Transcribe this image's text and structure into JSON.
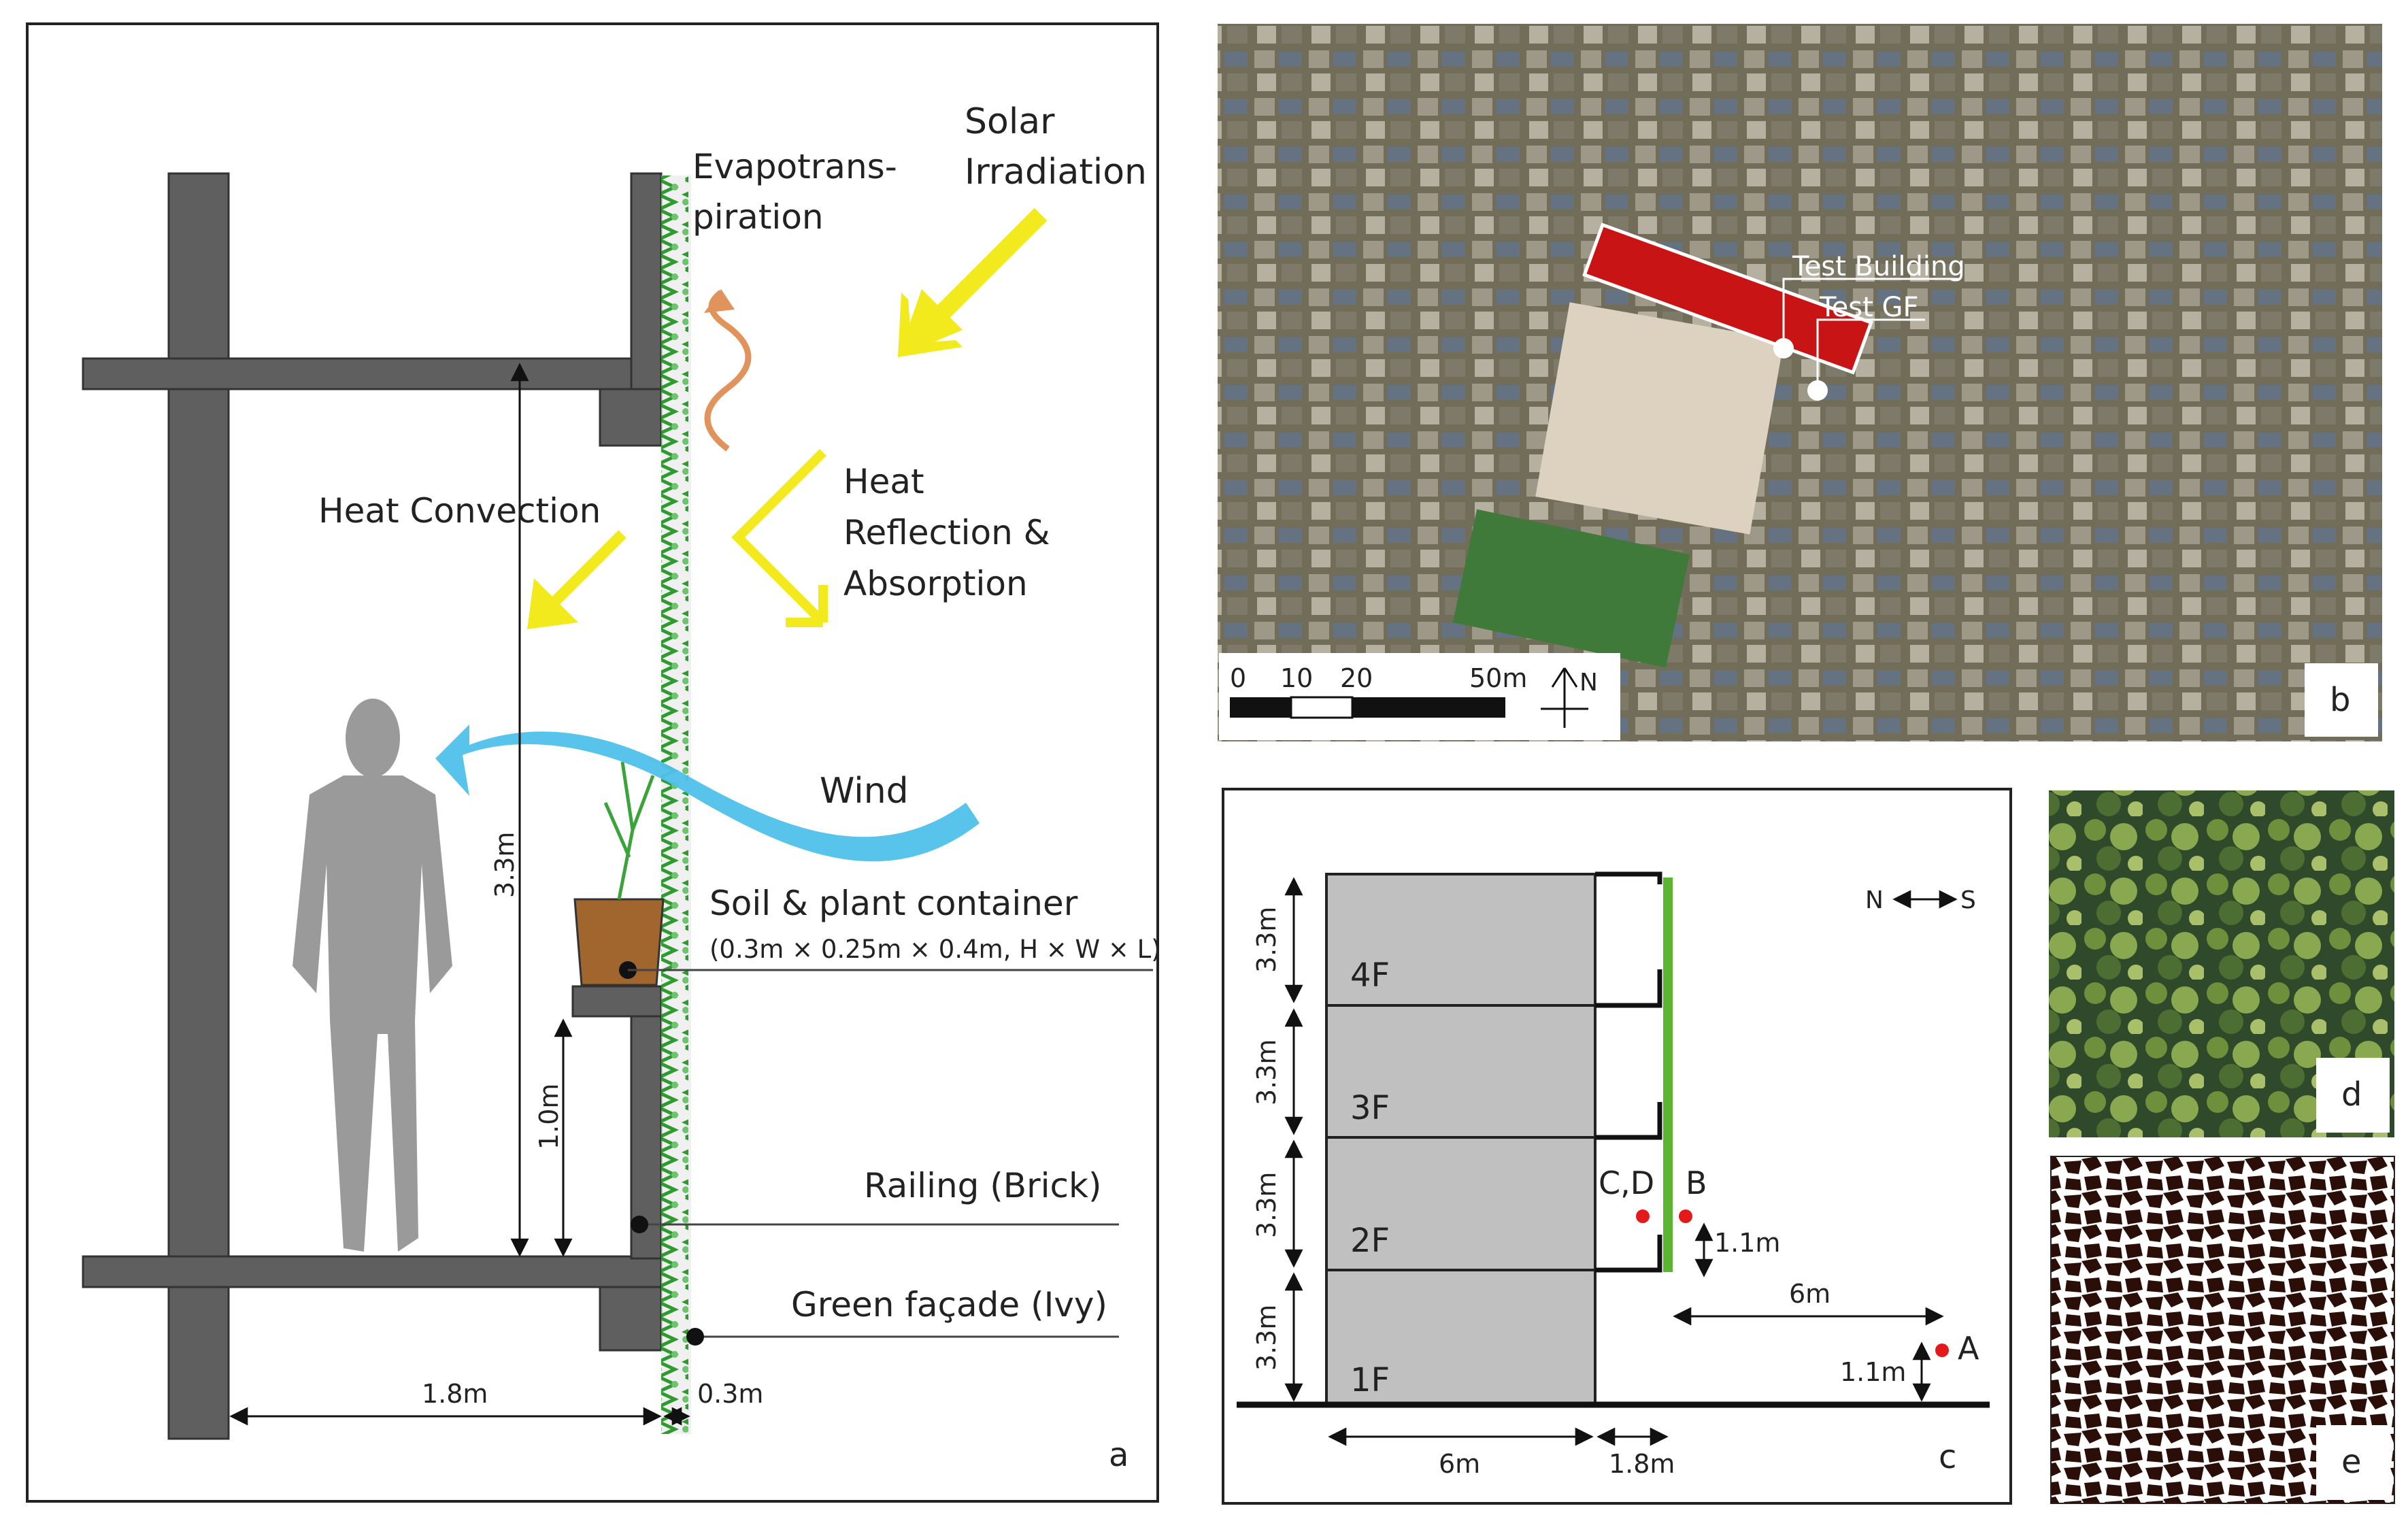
{
  "panel_a": {
    "label": "a",
    "evapotranspiration": [
      "Evapotrans-",
      "piration"
    ],
    "solar": [
      "Solar",
      "Irradiation"
    ],
    "heat_convection": "Heat Convection",
    "heat_reflection": [
      "Heat",
      "Reflection &",
      "Absorption"
    ],
    "wind": "Wind",
    "soil_container": "Soil & plant container",
    "soil_dims": "(0.3m × 0.25m × 0.4m, H × W × L)",
    "railing": "Railing (Brick)",
    "green_facade": "Green façade (Ivy)",
    "dim_height": "3.3m",
    "dim_railing": "1.0m",
    "dim_width": "1.8m",
    "dim_facade_gap": "0.3m"
  },
  "panel_b": {
    "label": "b",
    "test_building": "Test Building",
    "test_gf": "Test GF",
    "scale_ticks": [
      "0",
      "10",
      "20",
      "50m"
    ],
    "north": "N"
  },
  "panel_c": {
    "label": "c",
    "floors": [
      "4F",
      "3F",
      "2F",
      "1F"
    ],
    "floor_height": "3.3m",
    "compass": "N",
    "compass_s": "S",
    "point_cd": "C,D",
    "point_b": "B",
    "point_a": "A",
    "height_b": "1.1m",
    "height_a": "1.1m",
    "dist_a": "6m",
    "building_width": "6m",
    "corridor_width": "1.8m"
  },
  "panel_d": {
    "label": "d"
  },
  "panel_e": {
    "label": "e"
  },
  "colors": {
    "wall": "#5f5f5f",
    "arrow_yellow": "#f2ea1c",
    "wind": "#4fc1ea",
    "ivy": "#3aa33a",
    "building_fill": "#c0c0c0",
    "highlight": "#c81414"
  }
}
